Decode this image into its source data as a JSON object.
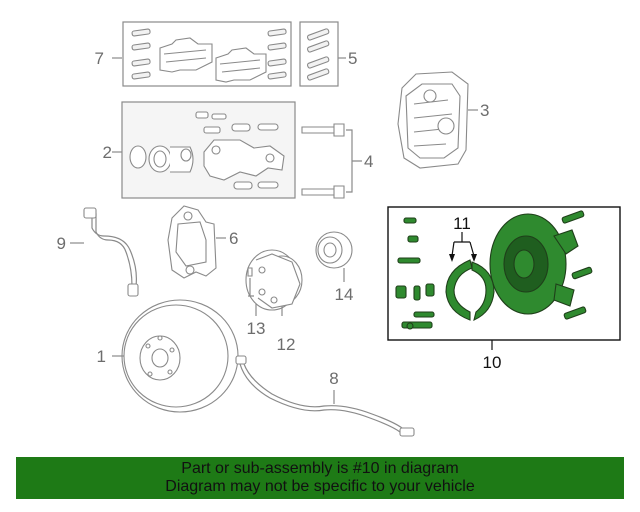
{
  "diagram": {
    "callouts": [
      {
        "id": "1",
        "label": "1"
      },
      {
        "id": "2",
        "label": "2"
      },
      {
        "id": "3",
        "label": "3"
      },
      {
        "id": "4",
        "label": "4"
      },
      {
        "id": "5",
        "label": "5"
      },
      {
        "id": "6",
        "label": "6"
      },
      {
        "id": "7",
        "label": "7"
      },
      {
        "id": "8",
        "label": "8"
      },
      {
        "id": "9",
        "label": "9"
      },
      {
        "id": "10",
        "label": "10"
      },
      {
        "id": "11",
        "label": "11"
      },
      {
        "id": "12",
        "label": "12"
      },
      {
        "id": "13",
        "label": "13"
      },
      {
        "id": "14",
        "label": "14"
      }
    ],
    "highlighted_part": "10",
    "highlight_color": "#2f8a2f"
  },
  "notice": {
    "line1": "Part or sub-assembly is #10 in diagram",
    "line2": "Diagram may not be specific to your vehicle",
    "background": "#1e7a16"
  }
}
